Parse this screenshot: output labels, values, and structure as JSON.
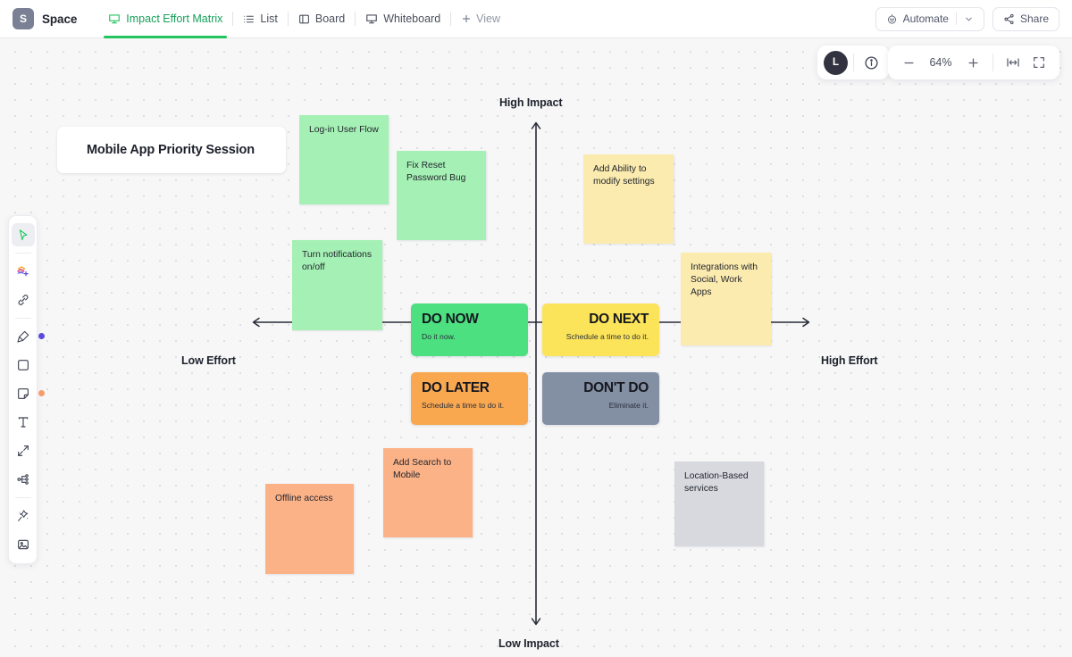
{
  "topbar": {
    "space_initial": "S",
    "space_name": "Space",
    "tabs": [
      {
        "label": "Impact Effort Matrix",
        "icon": "whiteboard-icon",
        "active": true
      },
      {
        "label": "List",
        "icon": "list-icon",
        "active": false
      },
      {
        "label": "Board",
        "icon": "board-icon",
        "active": false
      },
      {
        "label": "Whiteboard",
        "icon": "whiteboard-icon",
        "active": false
      }
    ],
    "add_view_label": "View",
    "automate_label": "Automate",
    "share_label": "Share"
  },
  "viewport": {
    "presence_initial": "L",
    "zoom_level": "64%",
    "zoom_out_label": "−",
    "zoom_in_label": "+"
  },
  "toolbar": {
    "items": [
      {
        "name": "select-cursor-icon",
        "active": true
      },
      {
        "name": "sticky-note-add-icon",
        "active": false
      },
      {
        "name": "link-icon",
        "active": false
      },
      {
        "name": "pen-highlighter-icon",
        "active": false,
        "dot": "#5b4bdb"
      },
      {
        "name": "shape-square-icon",
        "active": false
      },
      {
        "name": "sticky-note-icon",
        "active": false,
        "dot": "#f79b6a"
      },
      {
        "name": "text-icon",
        "active": false
      },
      {
        "name": "connector-arrow-icon",
        "active": false
      },
      {
        "name": "mindmap-icon",
        "active": false
      },
      {
        "name": "magic-wand-icon",
        "active": false
      },
      {
        "name": "image-icon",
        "active": false
      }
    ]
  },
  "board": {
    "title": "Mobile App Priority Session",
    "axes": {
      "high_impact": "High Impact",
      "low_impact": "Low Impact",
      "low_effort": "Low Effort",
      "high_effort": "High Effort"
    },
    "quadrants": [
      {
        "id": "do-now",
        "title": "DO NOW",
        "subtitle": "Do it now.",
        "color": "#4CE080",
        "align": "left"
      },
      {
        "id": "do-next",
        "title": "DO NEXT",
        "subtitle": "Schedule a time to do it.",
        "color": "#FCE45A",
        "align": "right"
      },
      {
        "id": "do-later",
        "title": "DO LATER",
        "subtitle": "Schedule a time to do it.",
        "color": "#F9A850",
        "align": "left"
      },
      {
        "id": "dont-do",
        "title": "DON'T DO",
        "subtitle": "Eliminate it.",
        "color": "#838FA3",
        "align": "right"
      }
    ],
    "notes": [
      {
        "id": "login-user-flow",
        "text": "Log-in User Flow",
        "color": "#A5F0B4"
      },
      {
        "id": "fix-reset-password",
        "text": "Fix Reset Password Bug",
        "color": "#A5F0B4"
      },
      {
        "id": "turn-notifications",
        "text": "Turn notifications on/off",
        "color": "#A5F0B4"
      },
      {
        "id": "add-ability-settings",
        "text": "Add Ability to modify settings",
        "color": "#FBEBAE"
      },
      {
        "id": "integrations-social",
        "text": "Integrations with Social, Work Apps",
        "color": "#FBEBAE"
      },
      {
        "id": "add-search-mobile",
        "text": "Add Search to Mobile",
        "color": "#FBB287"
      },
      {
        "id": "offline-access",
        "text": "Offline access",
        "color": "#FBB287"
      },
      {
        "id": "location-based",
        "text": "Location-Based services",
        "color": "#D7D9DF"
      }
    ]
  }
}
